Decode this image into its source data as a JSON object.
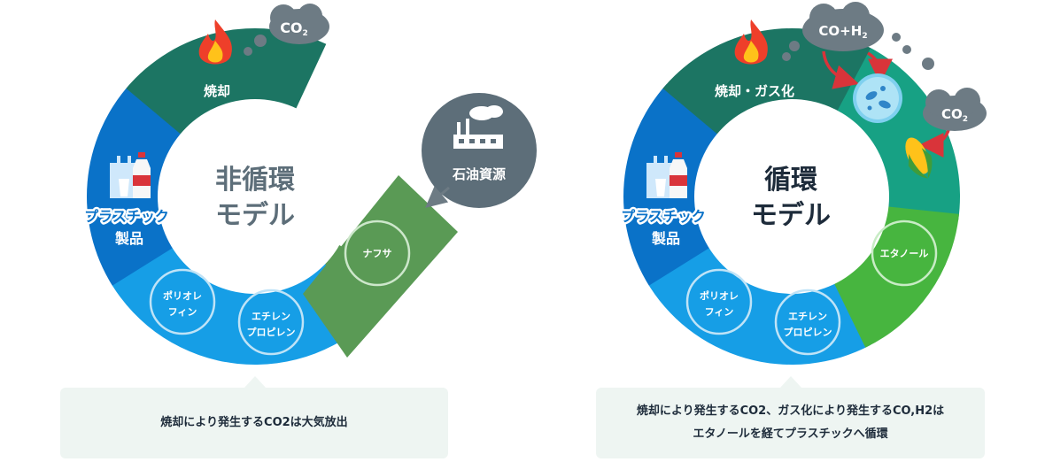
{
  "left": {
    "center_line1": "非循環",
    "center_line2": "モデル",
    "burn_label": "焼却",
    "co2_label": "CO",
    "co2_sub": "2",
    "plastic_line1": "プラスチック",
    "plastic_line2": "製品",
    "polyolefin_line1": "ポリオレ",
    "polyolefin_line2": "フィン",
    "ethylene_line1": "エチレン",
    "ethylene_line2": "プロピレン",
    "naphtha": "ナフサ",
    "oil": "石油資源",
    "caption": "焼却により発生するCO2は大気放出"
  },
  "right": {
    "center_line1": "循環",
    "center_line2": "モデル",
    "burn_label": "焼却・ガス化",
    "coh2_label": "CO+H",
    "coh2_sub": "2",
    "co2_label": "CO",
    "co2_sub": "2",
    "plastic_line1": "プラスチック",
    "plastic_line2": "製品",
    "polyolefin_line1": "ポリオレ",
    "polyolefin_line2": "フィン",
    "ethylene_line1": "エチレン",
    "ethylene_line2": "プロピレン",
    "ethanol": "エタノール",
    "caption_line1": "焼却により発生するCO2、ガス化により発生するCO,H2は",
    "caption_line2": "エタノールを経てプラスチックへ循環"
  },
  "colors": {
    "dark_green": "#1c7563",
    "teal": "#17a184",
    "light_green": "#47b53f",
    "olive_green": "#5a9a55",
    "blue": "#0a72c8",
    "sky_blue": "#169ee6",
    "cloud_gray": "#6d7b84",
    "factory_circle": "#5d6e79",
    "caption_bg": "#eef5f2"
  }
}
